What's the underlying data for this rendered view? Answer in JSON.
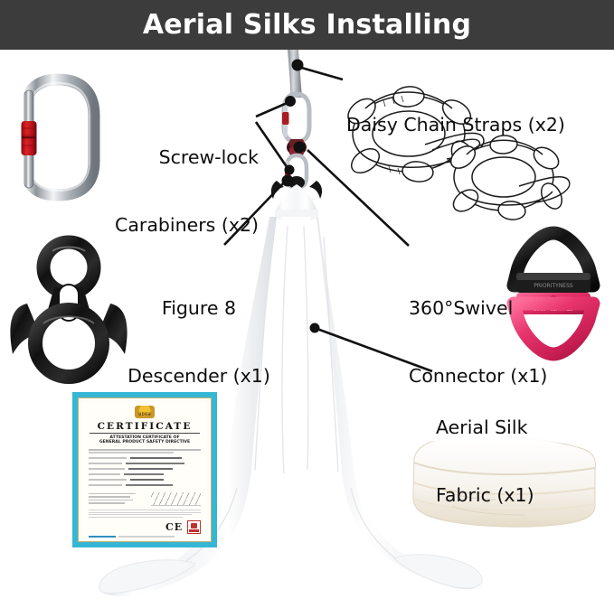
{
  "header": {
    "title": "Aerial Silks Installing",
    "background_color": "#3c3c3c",
    "text_color": "#ffffff"
  },
  "callouts": [
    {
      "id": "screw-lock-carabiners",
      "line1": "Screw-lock",
      "line2": "Carabiners (x2)",
      "quantity": "x2"
    },
    {
      "id": "daisy-chain-straps",
      "line1": "Daisy Chain Straps (x2)",
      "line2": "",
      "quantity": "x2"
    },
    {
      "id": "figure-8-descender",
      "line1": "Figure 8",
      "line2": "Descender (x1)",
      "quantity": "x1"
    },
    {
      "id": "swivel-connector",
      "line1": "360°Swivel",
      "line2": "Connector (x1)",
      "quantity": "x1"
    },
    {
      "id": "aerial-silk-fabric",
      "line1": "Aerial Silk",
      "line2": "Fabric (x1)",
      "quantity": "x1"
    }
  ],
  "certificate": {
    "title": "CERTIFICATE",
    "subtitle_line1": "ATTESTATION CERTIFICATE OF",
    "subtitle_line2": "GENERAL PRODUCT SAFETY DIRECTIVE",
    "seal_label": "UDEH",
    "mark_ce": "CE",
    "border_color": "#35b6d4"
  },
  "products": {
    "carabiner": {
      "name": "screw-lock-carabiner",
      "body_color": "#c9ccd0",
      "lock_color": "#c3161c"
    },
    "figure8": {
      "name": "figure-8-descender",
      "body_color": "#141414"
    },
    "swivel": {
      "name": "360-swivel-connector",
      "top_color": "#262626",
      "bottom_color": "#e8356d"
    },
    "daisy_chain": {
      "name": "daisy-chain-strap",
      "line_color": "#1a1a1a"
    },
    "silk": {
      "name": "aerial-silk-fabric",
      "color": "#ffffff",
      "shade_color": "#e3e5e8"
    },
    "folded_fabric": {
      "name": "folded-silk-fabric",
      "top_color": "#fbfaf7",
      "fold_color": "#efe6d6"
    }
  }
}
